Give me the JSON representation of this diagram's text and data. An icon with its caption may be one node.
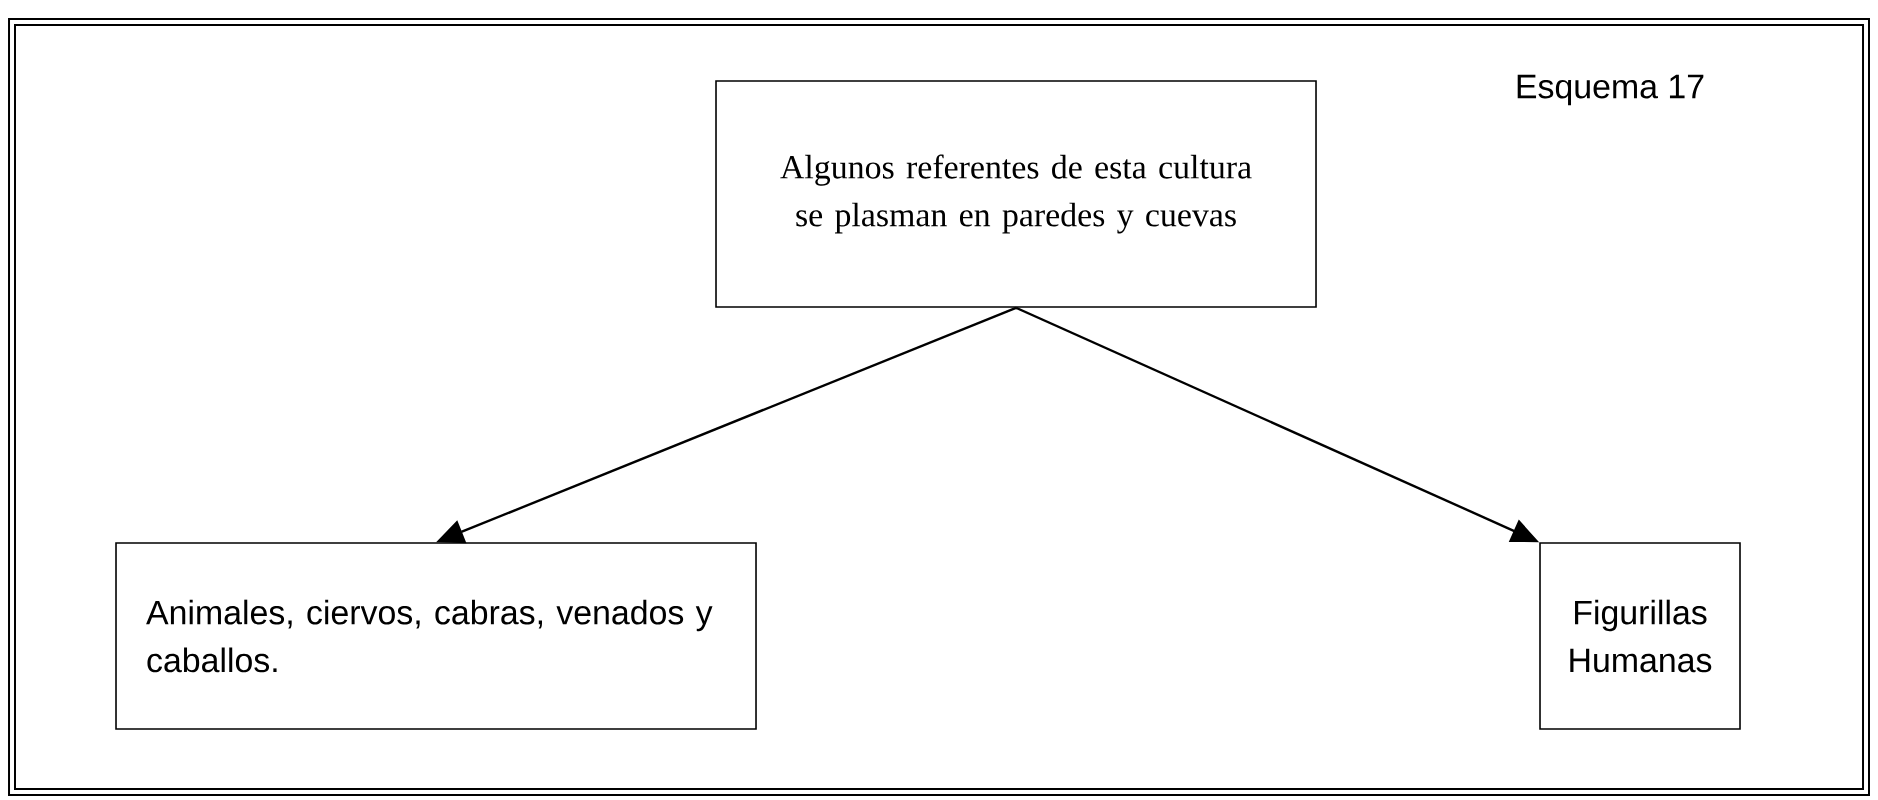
{
  "diagram": {
    "nodes": [
      {
        "text": [
          "Algunos referentes de esta cultura se plasman en paredes y cuevas"
        ]
      },
      {
        "text": [
          "Animales, ciervos, cabras, venados y caballos."
        ]
      },
      {
        "text": [
          "Figurillas Humanas"
        ]
      }
    ],
    "edges": [
      {
        "from": 0,
        "to": 1,
        "arrow": "to"
      },
      {
        "from": 0,
        "to": 2,
        "arrow": "to"
      }
    ],
    "labels": [
      "Esquema 17"
    ]
  }
}
